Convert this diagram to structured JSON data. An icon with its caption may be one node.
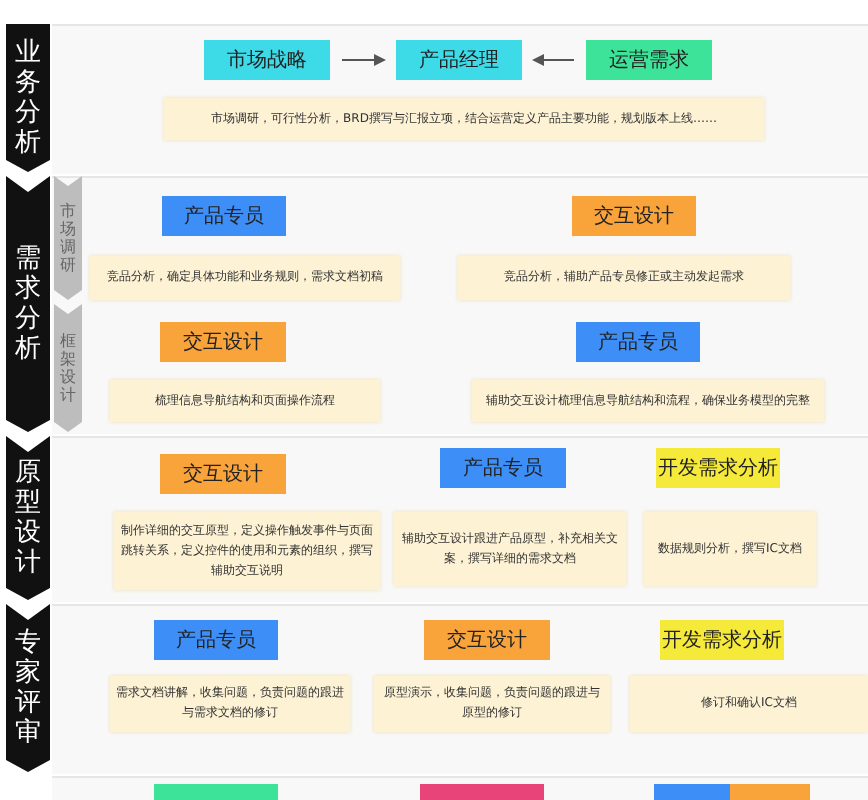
{
  "diagram": {
    "nodes": [
      {
        "text": [
          "业务分析"
        ]
      },
      {
        "text": [
          "市场战略"
        ]
      },
      {
        "text": [
          "产品经理"
        ]
      },
      {
        "text": [
          "运营需求"
        ]
      },
      {
        "text": [
          "市场调研，可行性分析，BRD撰写与汇报立项，结合运营定义产品主要功能，规划版本上线……"
        ]
      },
      {
        "text": [
          "需求分析"
        ]
      },
      {
        "text": [
          "市场调研"
        ]
      },
      {
        "text": [
          "产品专员"
        ]
      },
      {
        "text": [
          "交互设计"
        ]
      },
      {
        "text": [
          "竞品分析，确定具体功能和业务规则，需求文档初稿"
        ]
      },
      {
        "text": [
          "竞品分析，辅助产品专员修正或主动发起需求"
        ]
      },
      {
        "text": [
          "框架设计"
        ]
      },
      {
        "text": [
          "交互设计"
        ]
      },
      {
        "text": [
          "产品专员"
        ]
      },
      {
        "text": [
          "梳理信息导航结构和页面操作流程"
        ]
      },
      {
        "text": [
          "辅助交互设计梳理信息导航结构和流程，确保业务模型的完整"
        ]
      },
      {
        "text": [
          "原型设计"
        ]
      },
      {
        "text": [
          "交互设计"
        ]
      },
      {
        "text": [
          "产品专员"
        ]
      },
      {
        "text": [
          "开发需求分析"
        ]
      },
      {
        "text": [
          "制作详细的交互原型，定义操作触发事件与页面跳转关系，定义控件的使用和元素的组织，撰写辅助交互说明"
        ]
      },
      {
        "text": [
          "辅助交互设计跟进产品原型，补充相关文案，撰写详细的需求文档"
        ]
      },
      {
        "text": [
          "数据规则分析，撰写IC文档"
        ]
      },
      {
        "text": [
          "专家评审"
        ]
      },
      {
        "text": [
          "产品专员"
        ]
      },
      {
        "text": [
          "交互设计"
        ]
      },
      {
        "text": [
          "开发需求分析"
        ]
      },
      {
        "text": [
          "需求文档讲解，收集问题，负责问题的跟进与需求文档的修订"
        ]
      },
      {
        "text": [
          "原型演示，收集问题，负责问题的跟进与原型的修订"
        ]
      },
      {
        "text": [
          "修订和确认IC文档"
        ]
      },
      {
        "text": [],
        "shape": "box"
      },
      {
        "text": [],
        "shape": "box"
      },
      {
        "text": [],
        "shape": "box"
      },
      {
        "text": [],
        "shape": "box"
      }
    ],
    "edges": [
      {
        "from": 1,
        "to": 2,
        "arrow": "to"
      },
      {
        "from": 3,
        "to": 2,
        "arrow": "to"
      }
    ]
  }
}
